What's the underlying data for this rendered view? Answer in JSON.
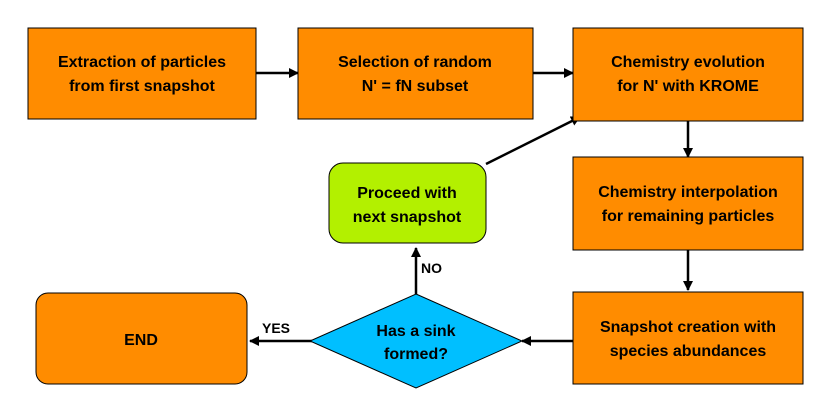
{
  "colors": {
    "box": "#FF8C00",
    "box_stroke": "#000000",
    "proceed": "#B3F000",
    "decision": "#00BFFF",
    "text": "#000000"
  },
  "nodes": {
    "extraction": {
      "line1": "Extraction of particles",
      "line2": "from first snapshot"
    },
    "selection": {
      "line1": "Selection of random",
      "line2": "N' = fN subset"
    },
    "chemistry_evolution": {
      "line1": "Chemistry evolution",
      "line2": "for N' with KROME"
    },
    "interpolation": {
      "line1": "Chemistry interpolation",
      "line2": "for remaining particles"
    },
    "snapshot_creation": {
      "line1": "Snapshot creation with",
      "line2": "species abundances"
    },
    "decision": {
      "line1": "Has a sink",
      "line2": "formed?"
    },
    "proceed": {
      "line1": "Proceed with",
      "line2": "next snapshot"
    },
    "end": {
      "label": "END"
    }
  },
  "edge_labels": {
    "yes": "YES",
    "no": "NO"
  }
}
